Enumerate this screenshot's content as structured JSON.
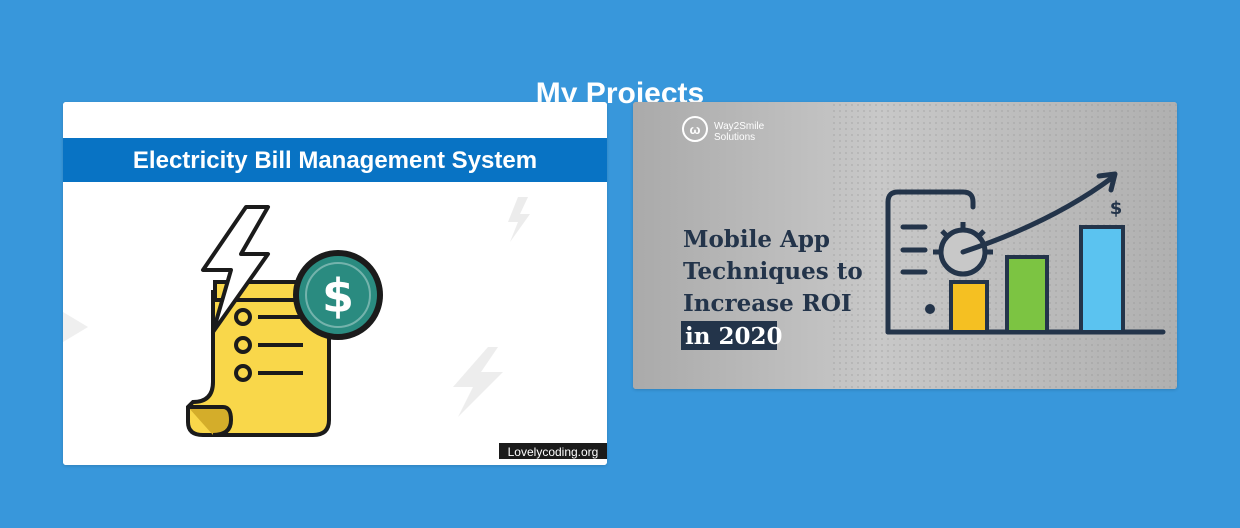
{
  "header": {
    "title": "My Projects"
  },
  "projects": [
    {
      "banner_title": "Electricity Bill Management System",
      "watermark": "Lovelycoding.org",
      "colors": {
        "banner": "#0873c4",
        "paper": "#f9d74a",
        "coin": "#2a8b80",
        "outline": "#1b1b1b"
      }
    },
    {
      "brand_line1": "Way2Smile",
      "brand_line2": "Solutions",
      "heading_line1": "Mobile App",
      "heading_line2": "Techniques to",
      "heading_line3": "Increase ROI",
      "heading_line4": "in 2020",
      "colors": {
        "ink": "#23344a",
        "bar_yellow": "#f5c022",
        "bar_green": "#7cc442",
        "bar_blue": "#5bc3f0"
      }
    }
  ]
}
